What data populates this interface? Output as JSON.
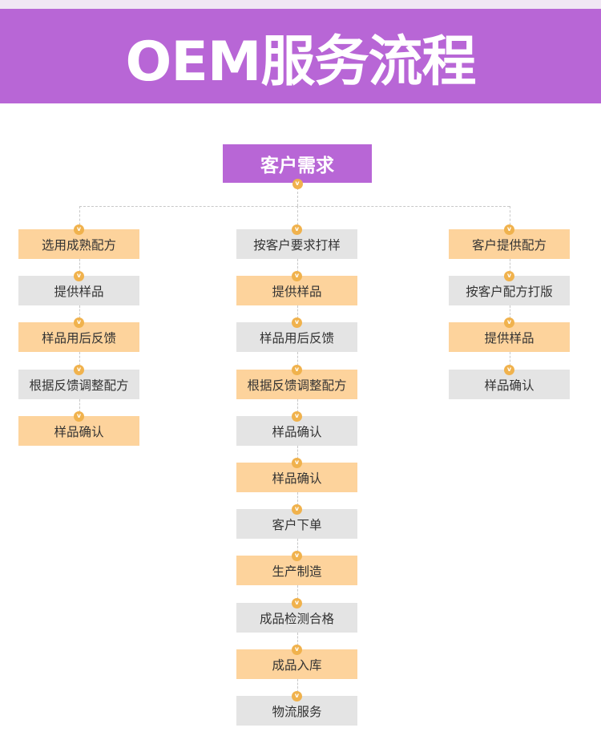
{
  "header": {
    "title": "OEM服务流程"
  },
  "root": {
    "label": "客户需求"
  },
  "badge_symbol": "v",
  "colors": {
    "purple": "#b866d6",
    "peach": "#fdd39c",
    "grey": "#e4e4e4",
    "badge": "#f0b24d"
  },
  "columns": [
    {
      "steps": [
        "选用成熟配方",
        "提供样品",
        "样品用后反馈",
        "根据反馈调整配方",
        "样品确认"
      ]
    },
    {
      "steps": [
        "按客户要求打样",
        "提供样品",
        "样品用后反馈",
        "根据反馈调整配方",
        "样品确认",
        "样品确认",
        "客户下单",
        "生产制造",
        "成品检测合格",
        "成品入库",
        "物流服务"
      ]
    },
    {
      "steps": [
        "客户提供配方",
        "按客户配方打版",
        "提供样品",
        "样品确认"
      ]
    }
  ]
}
